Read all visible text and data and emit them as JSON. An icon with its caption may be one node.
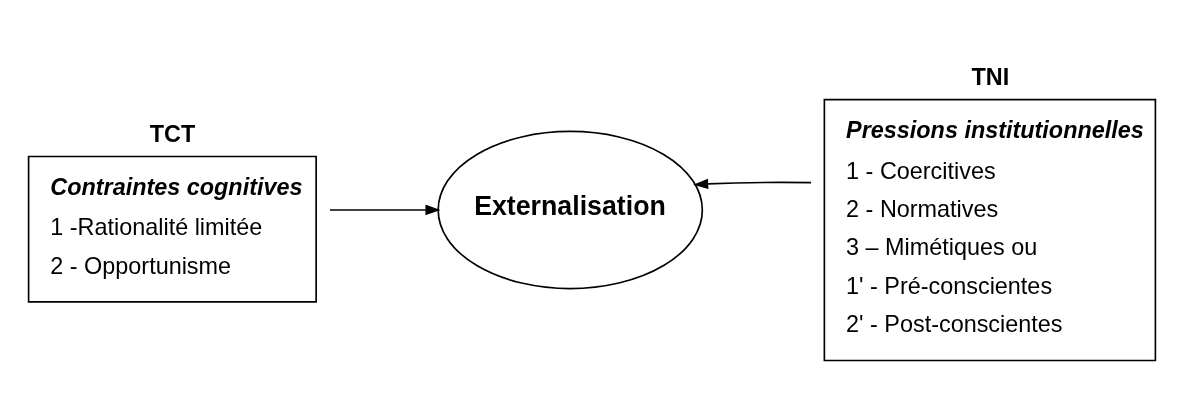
{
  "diagram": {
    "nodes": [
      {
        "text": [
          "TCT",
          "Contraintes cognitives",
          "1 -Rationalité limitée",
          "2 - Opportunisme"
        ]
      },
      {
        "text": [
          "Externalisation"
        ]
      },
      {
        "text": [
          "TNI",
          "Pressions institutionnelles",
          "1 - Coercitives",
          "2 - Normatives",
          "3 – Mimétiques ou",
          "1' - Pré-conscientes",
          "2' - Post-conscientes"
        ]
      }
    ],
    "edges": [
      {
        "from": 0,
        "to": 1,
        "arrow": "to"
      },
      {
        "from": 2,
        "to": 1,
        "arrow": "to"
      }
    ]
  }
}
